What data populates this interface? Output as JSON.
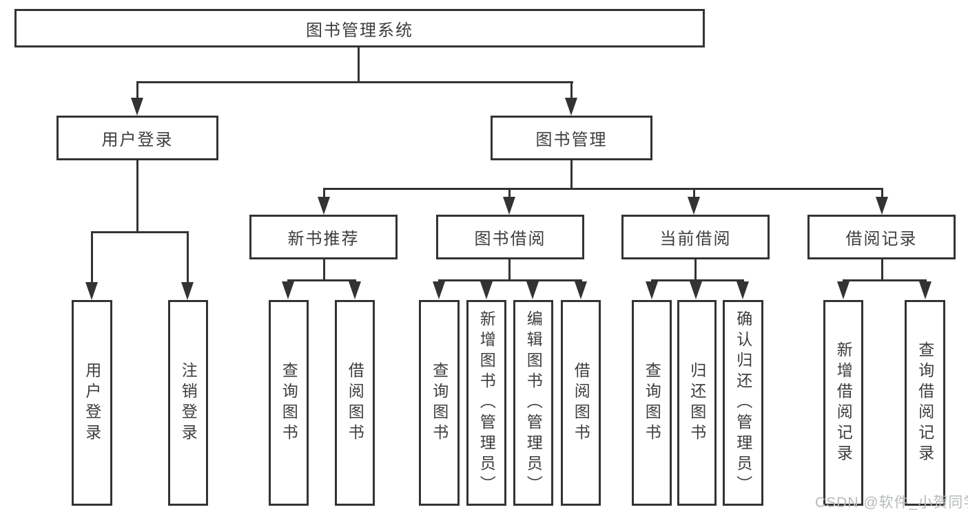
{
  "diagram": {
    "root_label": "图书管理系统",
    "branches": [
      {
        "label": "用户登录",
        "children": [
          {
            "label": "用户登录"
          },
          {
            "label": "注销登录"
          }
        ]
      },
      {
        "label": "图书管理",
        "children": [
          {
            "label": "新书推荐",
            "children": [
              {
                "label": "查询图书"
              },
              {
                "label": "借阅图书"
              }
            ]
          },
          {
            "label": "图书借阅",
            "children": [
              {
                "label": "查询图书"
              },
              {
                "label": "新增图书（管理员）"
              },
              {
                "label": "编辑图书（管理员）"
              },
              {
                "label": "借阅图书"
              }
            ]
          },
          {
            "label": "当前借阅",
            "children": [
              {
                "label": "查询图书"
              },
              {
                "label": "归还图书"
              },
              {
                "label": "确认归还（管理员）"
              }
            ]
          },
          {
            "label": "借阅记录",
            "children": [
              {
                "label": "新增借阅记录"
              },
              {
                "label": "查询借阅记录"
              }
            ]
          }
        ]
      }
    ]
  },
  "watermark": {
    "text": "CSDN @软件_小贺同学"
  },
  "colors": {
    "line": "#333333",
    "text": "#3d3d3d",
    "watermark": "#b6babd",
    "background": "#ffffff"
  }
}
